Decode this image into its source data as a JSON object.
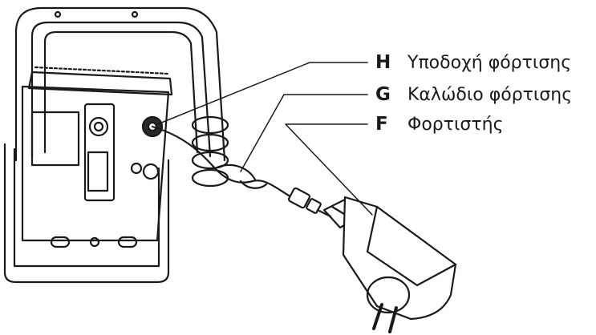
{
  "callouts": [
    {
      "letter": "H",
      "text": "Υποδοχή φόρτισης"
    },
    {
      "letter": "G",
      "text": "Καλώδιο φόρτισης"
    },
    {
      "letter": "F",
      "text": "Φορτιστής"
    }
  ],
  "colors": {
    "line": "#1a1a1a",
    "fill": "#ffffff",
    "dark": "#2a2a2a",
    "mid": "#8a8a8a"
  }
}
